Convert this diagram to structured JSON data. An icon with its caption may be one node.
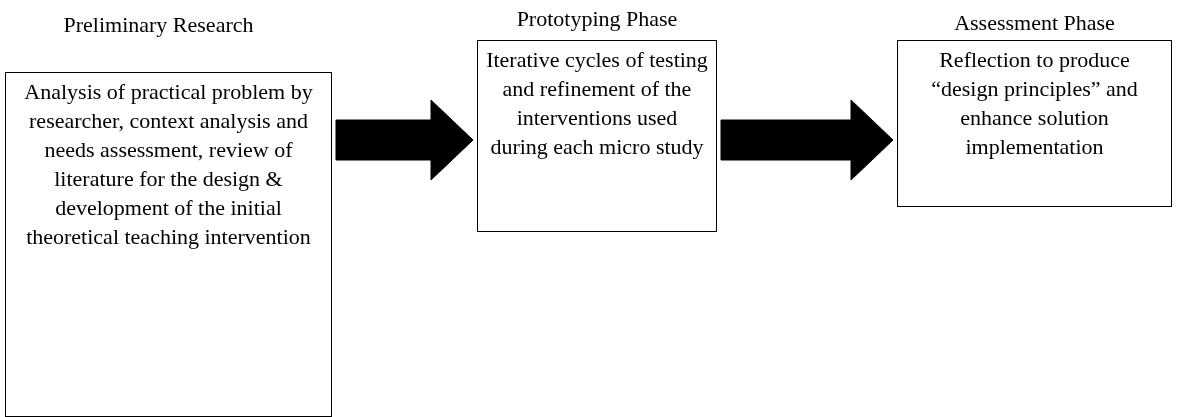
{
  "diagram": {
    "nodes": [
      {
        "text": [
          "Preliminary Research",
          "Analysis of practical problem by researcher, context analysis and needs assessment, review of literature for the design & development of the initial theoretical teaching intervention"
        ]
      },
      {
        "text": [
          "Prototyping Phase",
          "Iterative cycles of testing and refinement of the interventions used during each micro study"
        ]
      },
      {
        "text": [
          "Assessment Phase",
          "Reflection to produce “design principles” and enhance solution implementation"
        ]
      }
    ],
    "edges": [
      {
        "from": 0,
        "to": 1,
        "arrow": "to",
        "style": "thick"
      },
      {
        "from": 1,
        "to": 2,
        "arrow": "to",
        "style": "thick"
      }
    ]
  }
}
